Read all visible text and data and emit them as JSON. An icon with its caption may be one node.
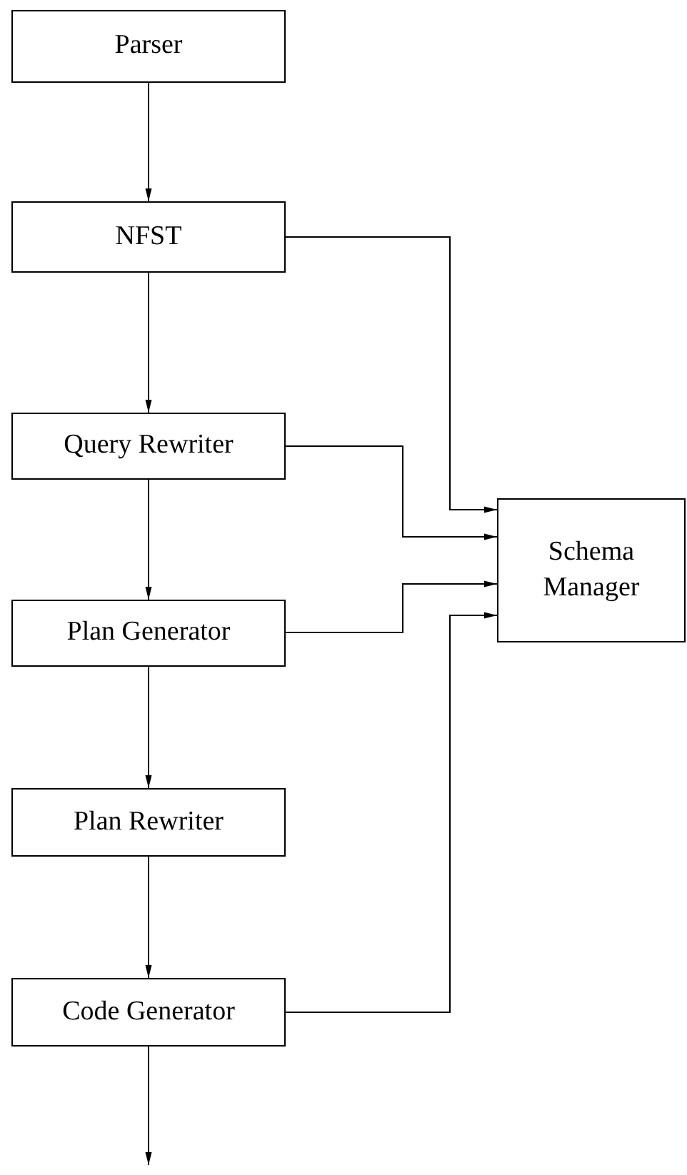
{
  "diagram": {
    "nodes": [
      {
        "text": [
          "Parser"
        ]
      },
      {
        "text": [
          "NFST"
        ]
      },
      {
        "text": [
          "Query Rewriter"
        ]
      },
      {
        "text": [
          "Plan Generator"
        ]
      },
      {
        "text": [
          "Plan Rewriter"
        ]
      },
      {
        "text": [
          "Code Generator"
        ]
      },
      {
        "text": [
          "Schema Manager"
        ]
      }
    ],
    "edges": [
      {
        "from": 0,
        "to": 1,
        "arrow": "to"
      },
      {
        "from": 1,
        "to": 2,
        "arrow": "to"
      },
      {
        "from": 2,
        "to": 3,
        "arrow": "to"
      },
      {
        "from": 3,
        "to": 4,
        "arrow": "to"
      },
      {
        "from": 4,
        "to": 5,
        "arrow": "to"
      },
      {
        "from": 5,
        "to": null,
        "arrow": "to"
      },
      {
        "from": 1,
        "to": 6,
        "arrow": "to"
      },
      {
        "from": 2,
        "to": 6,
        "arrow": "to"
      },
      {
        "from": 3,
        "to": 6,
        "arrow": "to"
      },
      {
        "from": 5,
        "to": 6,
        "arrow": "to"
      }
    ]
  }
}
